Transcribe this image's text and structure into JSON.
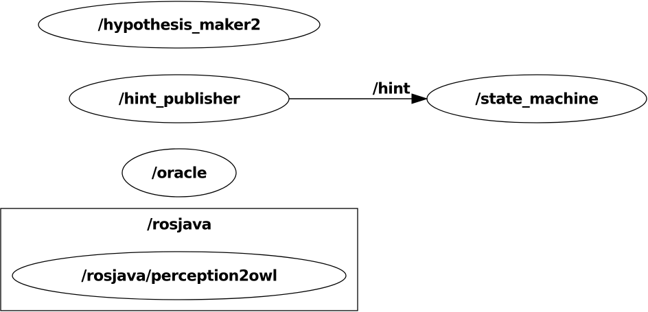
{
  "graph": {
    "nodes": {
      "hypothesis_maker2": "/hypothesis_maker2",
      "hint_publisher": "/hint_publisher",
      "state_machine": "/state_machine",
      "oracle": "/oracle",
      "perception2owl": "/rosjava/perception2owl"
    },
    "clusters": {
      "rosjava": "/rosjava"
    },
    "edges": [
      {
        "from": "/hint_publisher",
        "to": "/state_machine",
        "label": "/hint"
      }
    ]
  }
}
